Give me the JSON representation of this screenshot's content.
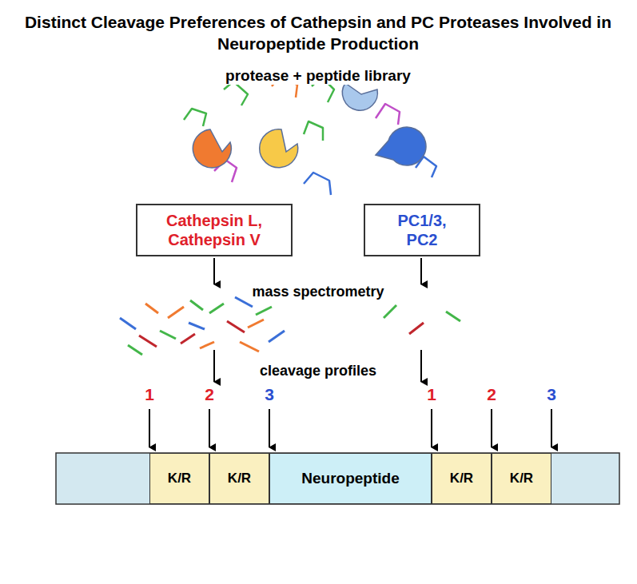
{
  "diagram": {
    "title": "Distinct Cleavage Preferences of Cathepsin and PC Proteases Involved in Neuropeptide Production",
    "nodes": [
      {
        "text": [
          "Cathepsin L, Cathepsin V"
        ]
      },
      {
        "text": [
          "PC1/3, PC2"
        ]
      },
      {
        "text": [
          "K/R"
        ]
      },
      {
        "text": [
          "K/R"
        ]
      },
      {
        "text": [
          "Neuropeptide"
        ]
      },
      {
        "text": [
          "K/R"
        ]
      },
      {
        "text": [
          "K/R"
        ]
      }
    ],
    "labels": [
      "protease + peptide library",
      "mass spectrometry",
      "cleavage profiles",
      "1",
      "2",
      "3",
      "1",
      "2",
      "3"
    ]
  }
}
